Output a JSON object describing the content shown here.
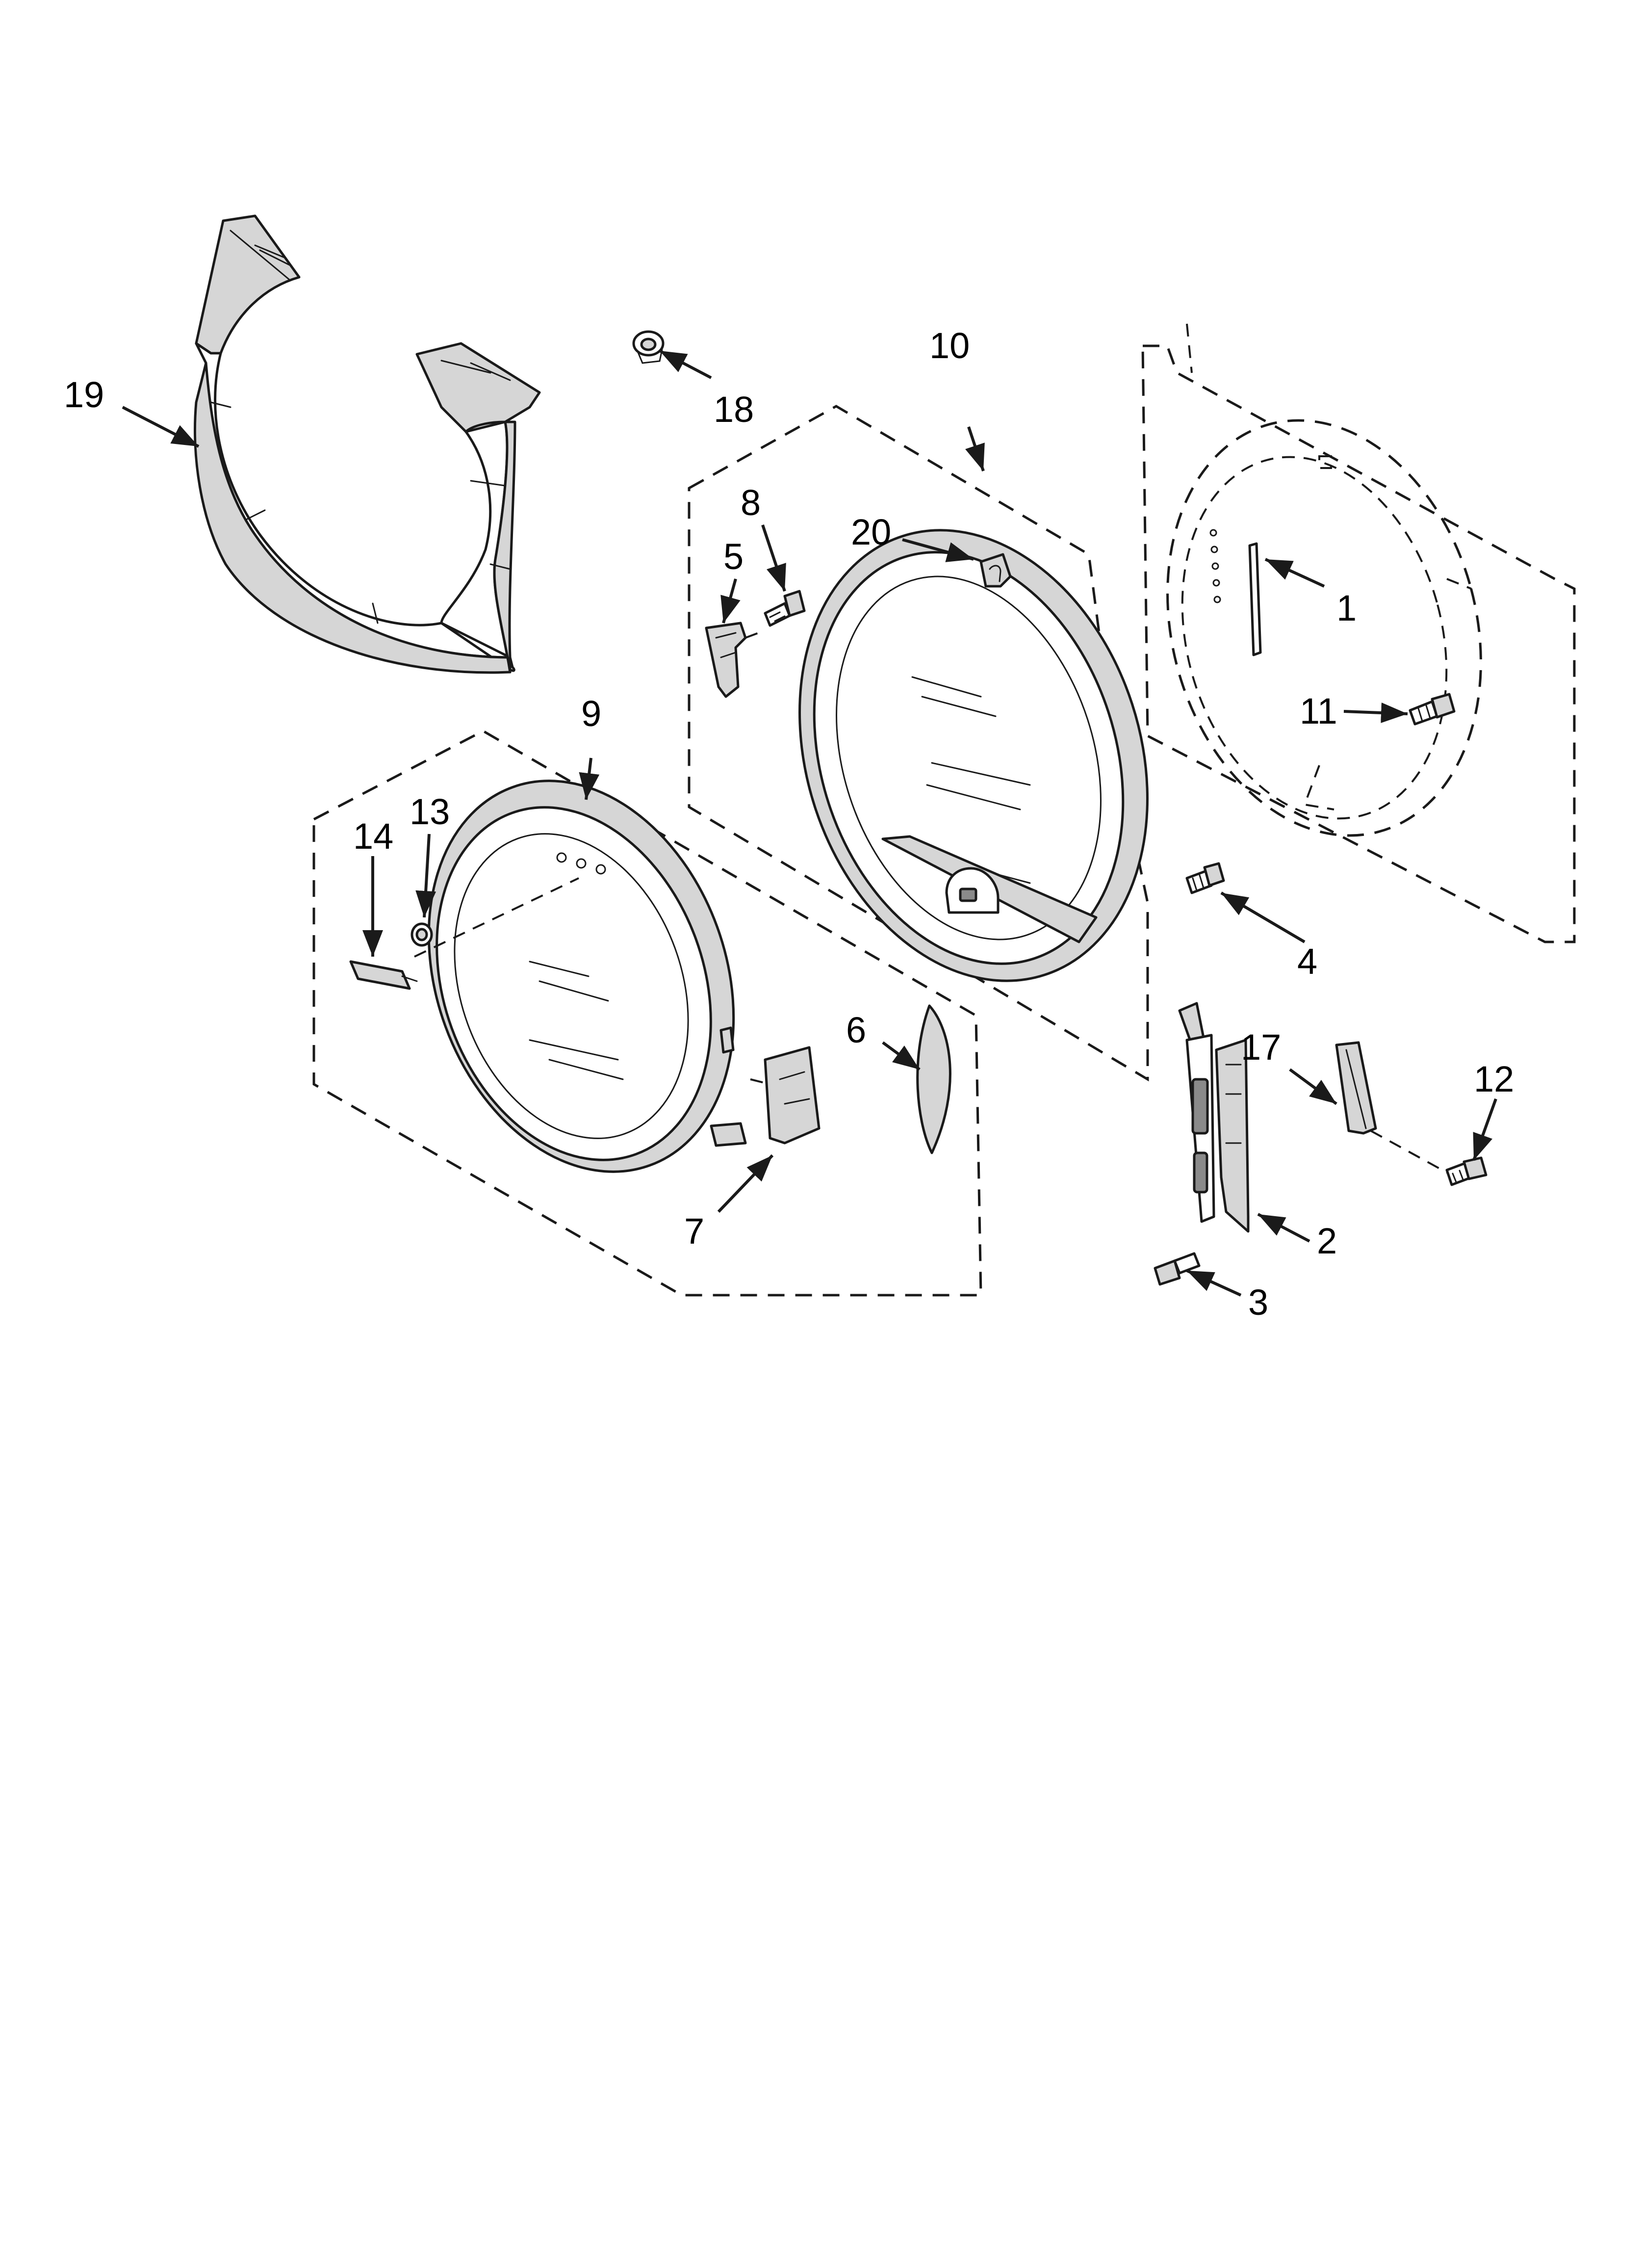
{
  "callouts": [
    {
      "id": "1",
      "text": "1"
    },
    {
      "id": "2",
      "text": "2"
    },
    {
      "id": "3",
      "text": "3"
    },
    {
      "id": "4",
      "text": "4"
    },
    {
      "id": "5",
      "text": "5"
    },
    {
      "id": "6",
      "text": "6"
    },
    {
      "id": "7",
      "text": "7"
    },
    {
      "id": "8",
      "text": "8"
    },
    {
      "id": "9",
      "text": "9"
    },
    {
      "id": "10",
      "text": "10"
    },
    {
      "id": "11",
      "text": "11"
    },
    {
      "id": "12",
      "text": "12"
    },
    {
      "id": "13",
      "text": "13"
    },
    {
      "id": "14",
      "text": "14"
    },
    {
      "id": "17",
      "text": "17"
    },
    {
      "id": "18",
      "text": "18"
    },
    {
      "id": "19",
      "text": "19"
    },
    {
      "id": "20",
      "text": "20"
    }
  ]
}
